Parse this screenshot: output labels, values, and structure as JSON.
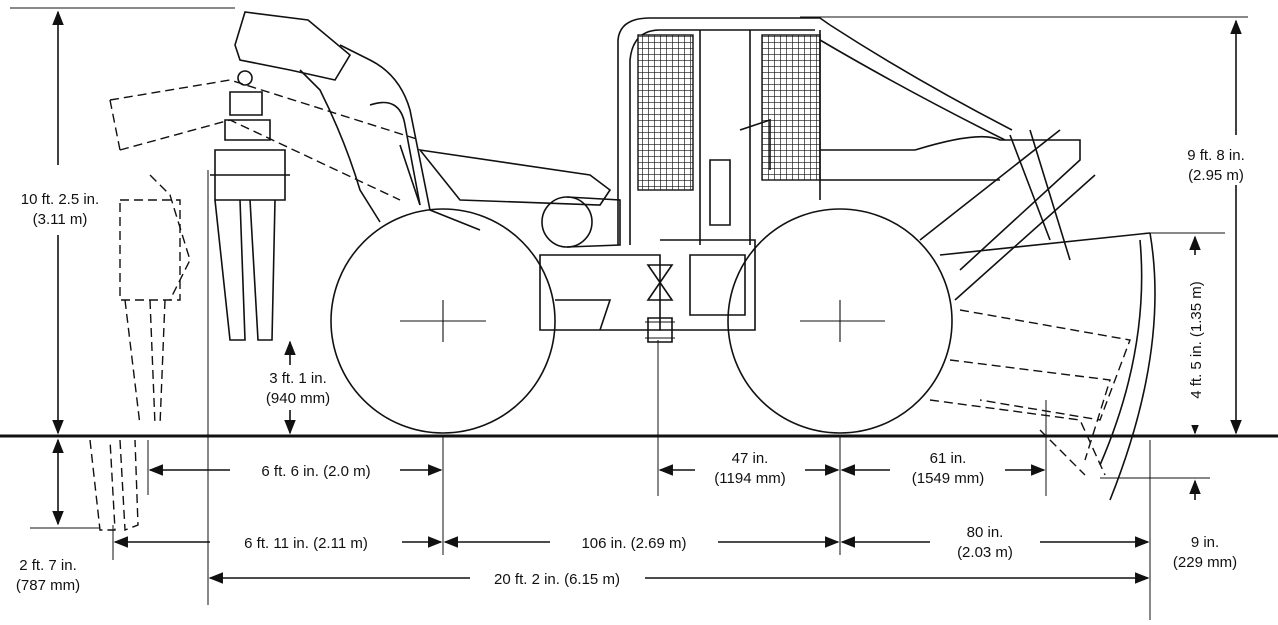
{
  "dimensions": {
    "overall_height": {
      "imperial": "10 ft. 2.5 in.",
      "metric": "(3.11 m)"
    },
    "cab_height": {
      "imperial": "9 ft. 8 in.",
      "metric": "(2.95 m)"
    },
    "grapple_clearance": {
      "imperial": "3 ft. 1 in.",
      "metric": "(940 mm)"
    },
    "blade_height": {
      "text": "4 ft. 5 in. (1.35 m)"
    },
    "below_ground": {
      "imperial": "2 ft. 7 in.",
      "metric": "(787 mm)"
    },
    "blade_drop": {
      "imperial": "9 in.",
      "metric": "(229 mm)"
    },
    "arch_reach": {
      "text": "6 ft. 6 in. (2.0 m)"
    },
    "front_to_pivot": {
      "imperial": "47 in.",
      "metric": "(1194 mm)"
    },
    "axle_to_blade": {
      "imperial": "61 in.",
      "metric": "(1549 mm)"
    },
    "grapple_reach": {
      "text": "6 ft. 11 in. (2.11 m)"
    },
    "wheelbase": {
      "text": "106 in. (2.69 m)"
    },
    "front_overhang": {
      "imperial": "80 in.",
      "metric": "(2.03 m)"
    },
    "overall_length": {
      "text": "20 ft. 2 in. (6.15 m)"
    }
  }
}
